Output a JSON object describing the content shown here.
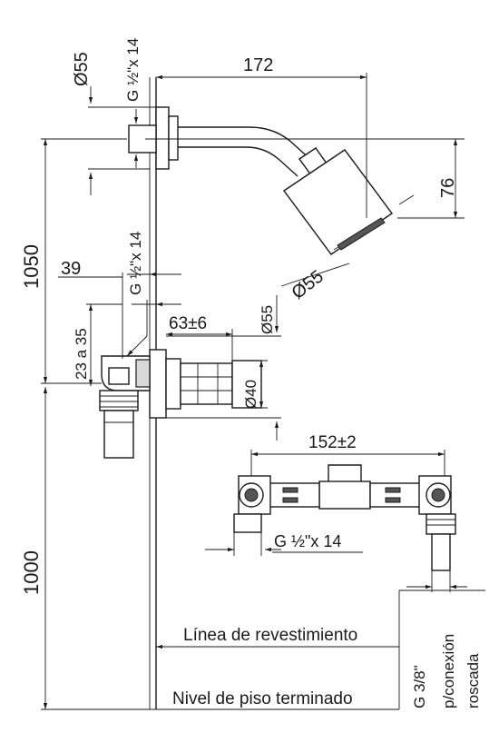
{
  "dimensions": {
    "d55_top": "Ø55",
    "thread_top": "G ½\"x 14",
    "width_172": "172",
    "height_76": "76",
    "d55_head": "Ø55",
    "height_1050": "1050",
    "width_39": "39",
    "thread_mid": "G ½\"x 14",
    "range_23_35": "23 a 35",
    "d55_mid": "Ø55",
    "depth_63": "63±6",
    "d40": "Ø40",
    "width_152": "152±2",
    "thread_bottom": "G ½\"x 14",
    "height_1000": "1000",
    "thread_38": "G 3/8\"",
    "conexion": "p/conexión",
    "roscada": "roscada"
  },
  "labels": {
    "linea_revestimiento": "Línea de revestimiento",
    "nivel_piso": "Nivel de piso terminado"
  }
}
